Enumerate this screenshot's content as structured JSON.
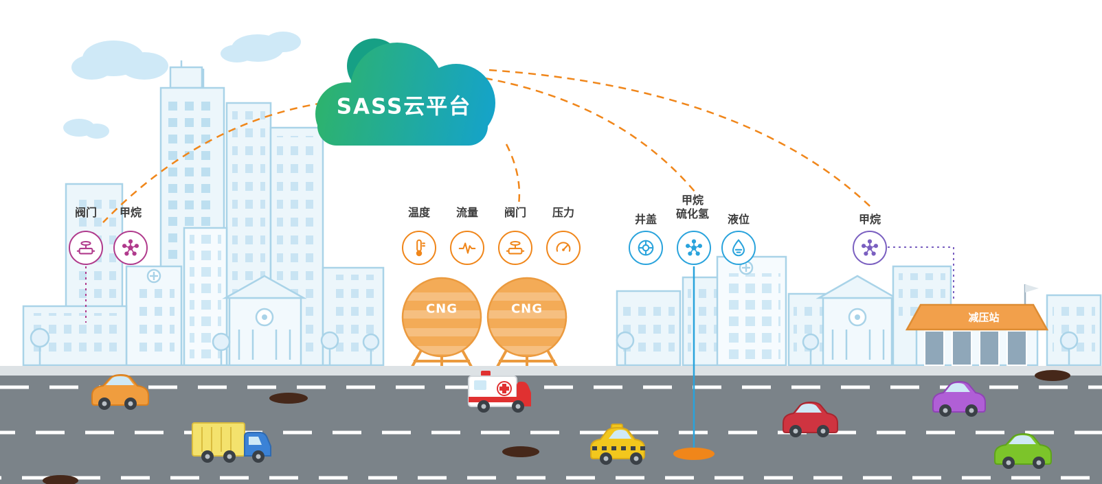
{
  "cloud": {
    "label": "SASS云平台"
  },
  "sensor_groups": {
    "city": {
      "color": "#b03a8c",
      "sensors": [
        {
          "label": "阀门",
          "icon": "valve-icon"
        },
        {
          "label": "甲烷",
          "icon": "methane-icon"
        }
      ]
    },
    "cng_tanks": {
      "color": "#f0861a",
      "sensors": [
        {
          "label": "温度",
          "icon": "temperature-icon"
        },
        {
          "label": "流量",
          "icon": "flow-icon"
        },
        {
          "label": "阀门",
          "icon": "valve-icon"
        },
        {
          "label": "压力",
          "icon": "pressure-icon"
        }
      ]
    },
    "pipeline": {
      "color": "#29a3dc",
      "sensors": [
        {
          "label": "井盖",
          "icon": "manhole-icon"
        },
        {
          "label": "甲烷",
          "label2": "硫化氢",
          "icon": "methane-icon"
        },
        {
          "label": "液位",
          "icon": "level-icon"
        }
      ]
    },
    "pressure_station": {
      "color": "#7a5fc0",
      "sensors": [
        {
          "label": "甲烷",
          "icon": "methane-icon"
        }
      ]
    }
  },
  "tanks": {
    "labels": [
      "CNG",
      "CNG"
    ]
  },
  "station": {
    "label": "减压站"
  },
  "palette": {
    "cloud_gradient_start": "#2eb36a",
    "cloud_gradient_end": "#15a3c9",
    "cloud_dark_bump": "#16a085",
    "connector_orange": "#f0861a",
    "magenta": "#b03a8c",
    "orange": "#f0861a",
    "blue": "#29a3dc",
    "purple": "#7a5fc0",
    "skyline_stroke": "#a9d3e8",
    "skyline_fill": "#ecf6fb",
    "tank_fill": "#f3ab57",
    "road": "#7b8389",
    "manhole_dark": "#46281a"
  }
}
